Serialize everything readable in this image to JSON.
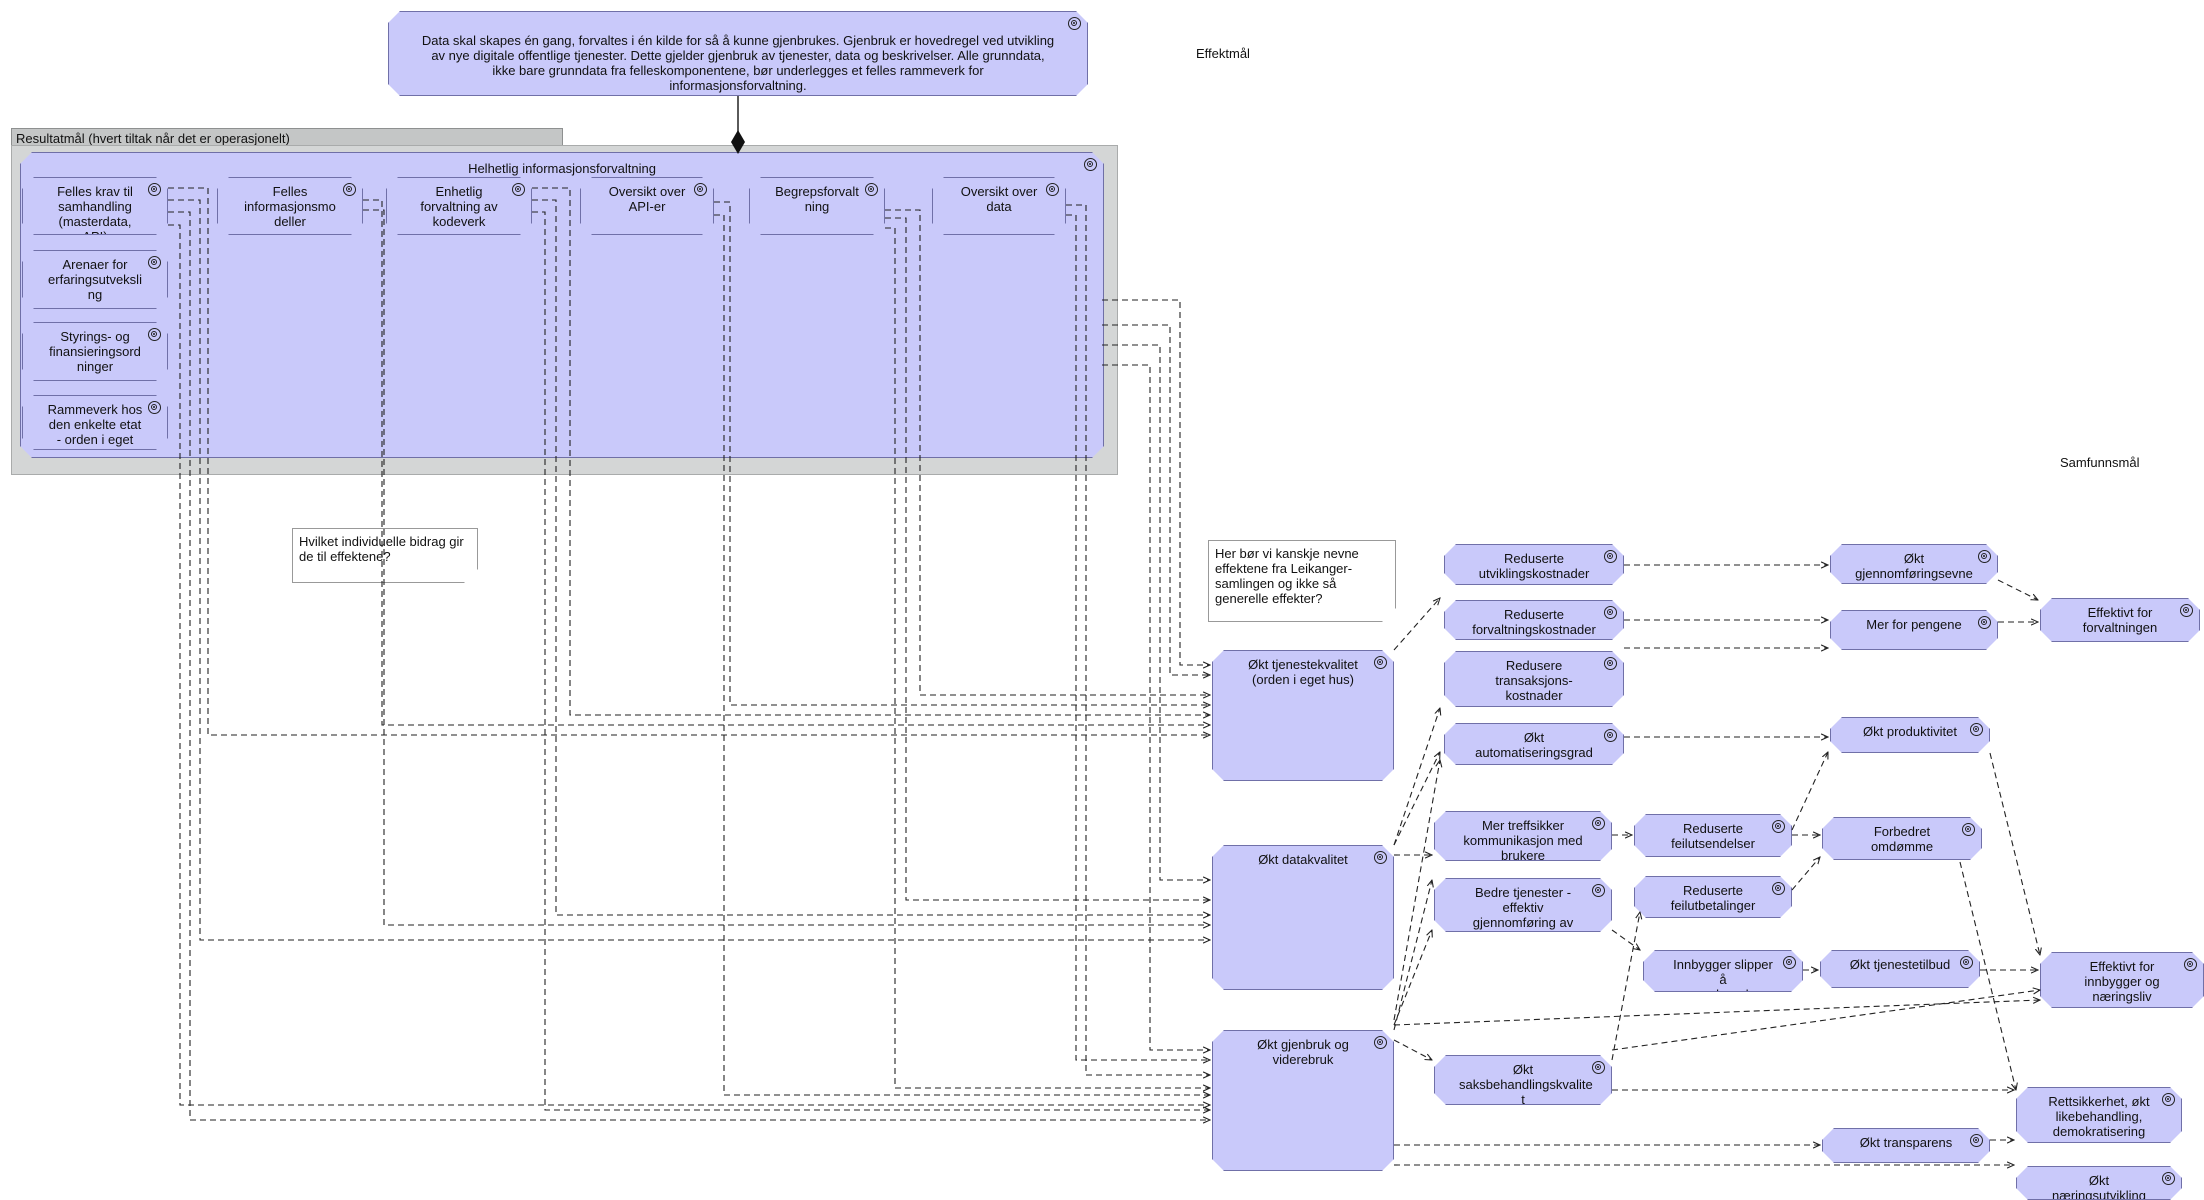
{
  "labels": {
    "effektmal": "Effektmål",
    "samfunnsmal": "Samfunnsmål"
  },
  "principle": {
    "text": "Data skal skapes én gang, forvaltes i én kilde for så å kunne gjenbrukes. Gjenbruk er hovedregel ved utvikling\nav nye digitale offentlige tjenester. Dette gjelder gjenbruk av tjenester, data og beskrivelser.  Alle grunndata,\nikke bare grunndata fra felleskomponentene,  bør underlegges et felles rammeverk for\ninformasjonsforvaltning."
  },
  "result_group": {
    "title": "Resultatmål (hvert tiltak når det er operasjonelt)",
    "inner_title": "Helhetlig informasjonsforvaltning",
    "items": [
      {
        "label": "Felles krav til\nsamhandling\n(masterdata, API)"
      },
      {
        "label": "Felles\ninformasjonsmo\ndeller"
      },
      {
        "label": "Enhetlig\nforvaltning av\nkodeverk"
      },
      {
        "label": "Oversikt over\nAPI-er"
      },
      {
        "label": "Begrepsforvalt\nning"
      },
      {
        "label": "Oversikt over\ndata"
      },
      {
        "label": "Arenaer for\nerfaringsutveksli\nng"
      },
      {
        "label": "Styrings- og\nfinansieringsord\nninger"
      },
      {
        "label": "Rammeverk hos\nden enkelte etat\n- orden i eget"
      }
    ]
  },
  "notes": {
    "bidrag": "Hvilket individuelle bidrag gir\nde til effektene?",
    "leikanger": "Her bør vi kanskje nevne\neffektene fra Leikanger-\nsamlingen og ikke så\ngenerelle effekter?"
  },
  "effects": {
    "tjenestekvalitet": "Økt tjenestekvalitet\n(orden i eget hus)",
    "datakvalitet": "Økt datakvalitet",
    "gjenbruk": "Økt gjenbruk og\nviderebruk",
    "utviklingskostnader": "Reduserte\nutviklingskostnader",
    "forvaltningskostnader": "Reduserte\nforvaltningskostnader",
    "transaksjonskostnader": "Redusere\ntransaksjons-\nkostnader",
    "automatiseringsgrad": "Økt\nautomatiseringsgrad",
    "treffsikker": "Mer treffsikker\nkommunikasjon med\nbrukere",
    "bedre_tjenester": "Bedre tjenester -\neffektiv\ngjennomføring av",
    "saksbehandling": "Økt\nsaksbehandlingskvalite\nt",
    "feilutsendelser": "Reduserte\nfeilutsendelser",
    "feilutbetalinger": "Reduserte\nfeilutbetalinger",
    "brevdue": "Innbygger slipper å\nvære brevdue",
    "gjennomforingsevne": "Økt\ngjennomføringsevne",
    "mer_for_pengene": "Mer for pengene",
    "produktivitet": "Økt produktivitet",
    "omdomme": "Forbedret\nomdømme",
    "tjenestetilbud": "Økt tjenestetilbud",
    "transparens": "Økt transparens"
  },
  "society": {
    "forvaltningen": "Effektivt for\nforvaltningen",
    "innbygger": "Effektivt for\ninnbygger og\nnæringsliv",
    "rettssikkerhet": "Rettsikkerhet, økt\nlikebehandling,\ndemokratisering",
    "naringsutvikling": "Økt\nnæringsutvikling"
  },
  "colors": {
    "node_fill": "#c9c9fa",
    "node_border": "#7070a8",
    "group_fill": "#d4d6d6",
    "connector": "#222222"
  }
}
